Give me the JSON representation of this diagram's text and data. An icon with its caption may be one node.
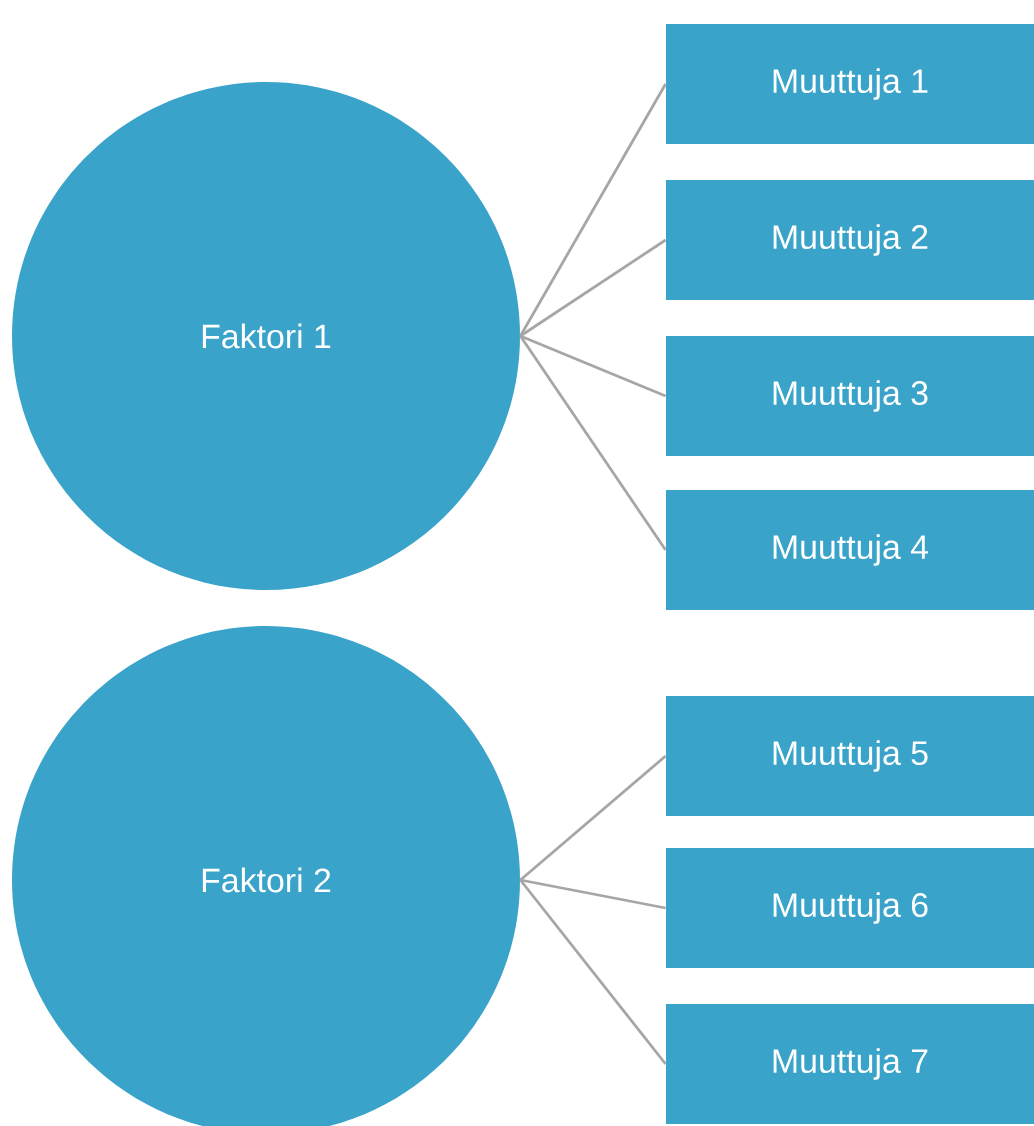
{
  "diagram": {
    "nodes": [
      {
        "text": [
          "Faktori 1"
        ]
      },
      {
        "text": [
          "Muuttuja 1"
        ]
      },
      {
        "text": [
          "Muuttuja 2"
        ]
      },
      {
        "text": [
          "Muuttuja 3"
        ]
      },
      {
        "text": [
          "Muuttuja 4"
        ]
      },
      {
        "text": [
          "Faktori 2"
        ]
      },
      {
        "text": [
          "Muuttuja 5"
        ]
      },
      {
        "text": [
          "Muuttuja 6"
        ]
      },
      {
        "text": [
          "Muuttuja 7"
        ]
      }
    ],
    "edges": [
      {
        "from": 0,
        "to": 1,
        "arrow": "none"
      },
      {
        "from": 0,
        "to": 2,
        "arrow": "none"
      },
      {
        "from": 0,
        "to": 3,
        "arrow": "none"
      },
      {
        "from": 0,
        "to": 4,
        "arrow": "none"
      },
      {
        "from": 5,
        "to": 6,
        "arrow": "none"
      },
      {
        "from": 5,
        "to": 7,
        "arrow": "none"
      },
      {
        "from": 5,
        "to": 8,
        "arrow": "none"
      }
    ]
  }
}
